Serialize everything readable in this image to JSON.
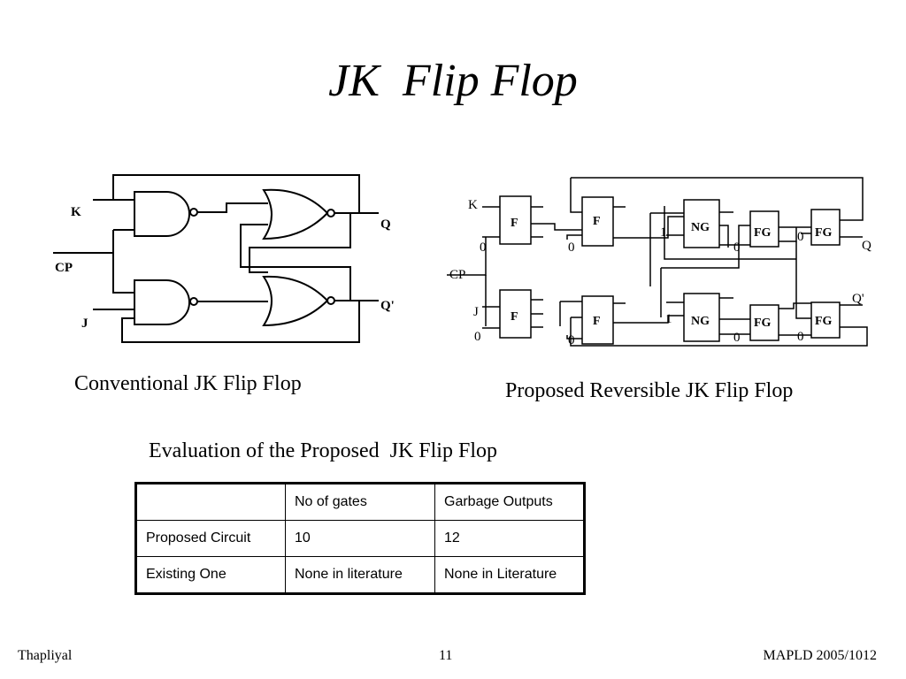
{
  "slide": {
    "title": "JK  Flip Flop",
    "conventional_caption": "Conventional  JK Flip Flop",
    "proposed_caption": "Proposed Reversible JK Flip Flop",
    "evaluation_title": "Evaluation of the Proposed  JK Flip Flop"
  },
  "conventional_diagram": {
    "inputs": {
      "k": "K",
      "cp": "CP",
      "j": "J"
    },
    "outputs": {
      "q": "Q",
      "q_prime": "Q'"
    },
    "gates": [
      "NAND",
      "NAND",
      "NOR",
      "NOR"
    ]
  },
  "reversible_diagram": {
    "inputs": {
      "k": "K",
      "cp": "CP",
      "j": "J"
    },
    "outputs": {
      "q": "Q",
      "q_prime": "Q'"
    },
    "gate_labels": {
      "f": "F",
      "ng": "NG",
      "fg": "FG"
    },
    "constants": {
      "zero": "0",
      "one": "1"
    }
  },
  "evaluation_table": {
    "headers": [
      "",
      "No of gates",
      "Garbage Outputs"
    ],
    "rows": [
      [
        "Proposed Circuit",
        "10",
        "12"
      ],
      [
        "Existing One",
        "None in literature",
        "None in Literature"
      ]
    ]
  },
  "footer": {
    "author": "Thapliyal",
    "page_number": "11",
    "conference": "MAPLD 2005/1012"
  }
}
